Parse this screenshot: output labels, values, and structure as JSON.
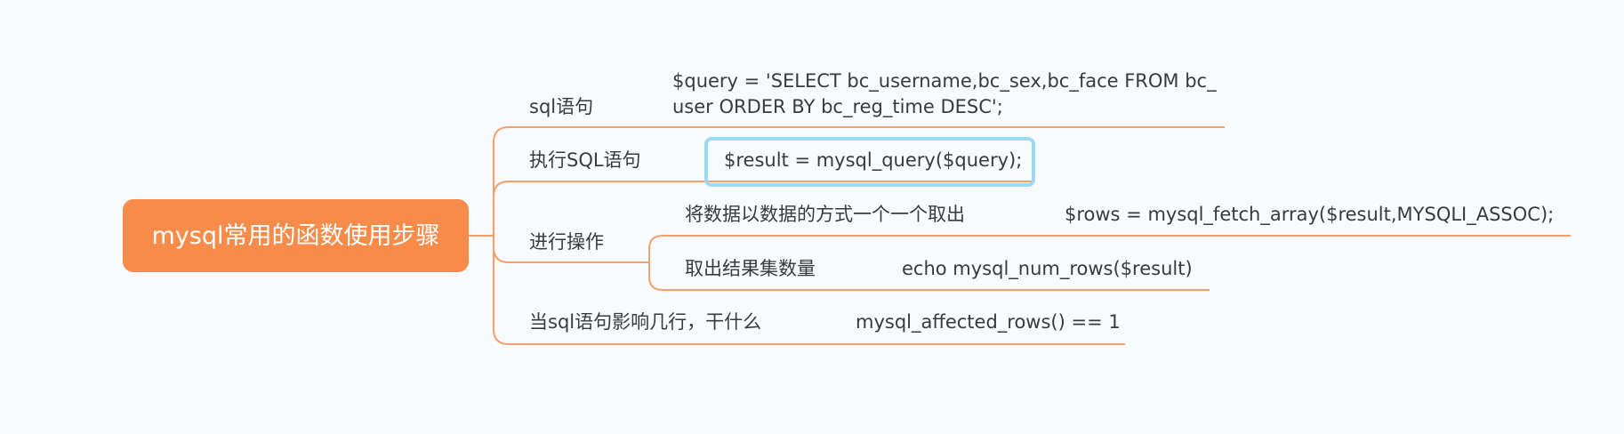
{
  "root": {
    "label": "mysql常用的函数使用步骤"
  },
  "branches": [
    {
      "label": "sql语句",
      "value_line1": "$query = 'SELECT bc_username,bc_sex,bc_face FROM bc_",
      "value_line2": "user ORDER BY bc_reg_time DESC';"
    },
    {
      "label": "执行SQL语句",
      "value": "$result = mysql_query($query);",
      "selected": true
    },
    {
      "label": "进行操作",
      "children": [
        {
          "label": "将数据以数据的方式一个一个取出",
          "value": "$rows  = mysql_fetch_array($result,MYSQLI_ASSOC);"
        },
        {
          "label": "取出结果集数量",
          "value": "echo mysql_num_rows($result)"
        }
      ]
    },
    {
      "label": "当sql语句影响几行，干什么",
      "value": "mysql_affected_rows() == 1"
    }
  ],
  "colors": {
    "background": "#f7fbfe",
    "root_fill": "#f78b4a",
    "connector": "#f5a06a",
    "selection": "#9ed9f3",
    "text": "#3a3a3a"
  }
}
